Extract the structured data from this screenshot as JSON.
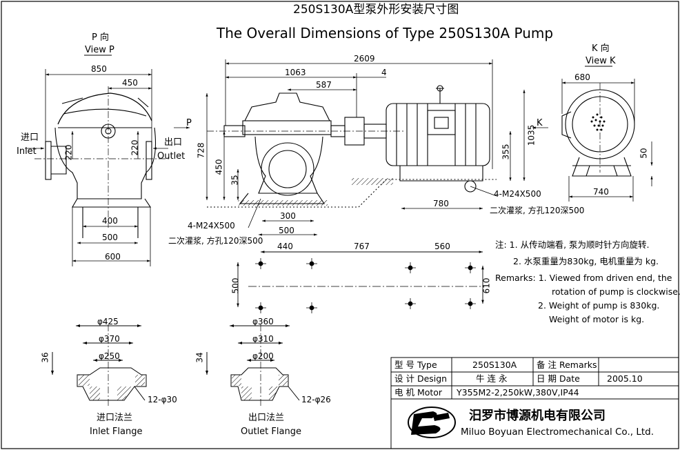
{
  "title": {
    "cn": "250S130A型泵外形安装尺寸图",
    "en": "The Overall Dimensions of Type 250S130A Pump"
  },
  "views": {
    "p_cn": "P 向",
    "p_en": "View P",
    "k_cn": "K 向",
    "k_en": "View K",
    "p_arrow": "P",
    "k_arrow": "K"
  },
  "labels": {
    "inlet_cn": "进口",
    "inlet_en": "Inlet",
    "outlet_cn": "出口",
    "outlet_en": "Outlet",
    "inlet_flange_cn": "进口法兰",
    "inlet_flange_en": "Inlet Flange",
    "outlet_flange_cn": "出口法兰",
    "outlet_flange_en": "Outlet Flange",
    "bolt_left": "4-M24X500",
    "grout_left": "二次灌浆, 方孔120深500",
    "bolt_right": "4-M24X500",
    "grout_right": "二次灌浆, 方孔120深500"
  },
  "dims": {
    "pv_850": "850",
    "pv_450": "450",
    "pv_220a": "220",
    "pv_220b": "220",
    "pv_400": "400",
    "pv_500": "500",
    "pv_600": "600",
    "fv_2609": "2609",
    "fv_1063": "1063",
    "fv_4": "4",
    "fv_587": "587",
    "fv_728": "728",
    "fv_450": "450",
    "fv_35": "35",
    "fv_1035": "1035",
    "fv_355": "355",
    "fv_300": "300",
    "fv_500": "500",
    "fv_780": "780",
    "kv_680": "680",
    "kv_740": "740",
    "kv_50": "50",
    "plan_440": "440",
    "plan_767": "767",
    "plan_560": "560",
    "plan_500": "500",
    "plan_610": "610",
    "if_425": "φ425",
    "if_370": "φ370",
    "if_250": "φ250",
    "if_36": "36",
    "if_holes": "12-φ30",
    "of_360": "φ360",
    "of_310": "φ310",
    "of_200": "φ200",
    "of_34": "34",
    "of_holes": "12-φ26"
  },
  "notes": {
    "cn_head": "注: 1. 从传动端看, 泵为顺时针方向旋转.",
    "cn_2": "2. 水泵重量为830kg, 电机重量为   kg.",
    "en_head": "Remarks: 1. Viewed from driven end, the",
    "en_1b": "rotation of pump is  clockwise.",
    "en_2": "2. Weight of pump is 830kg.",
    "en_2b": "Weight of motor is    kg."
  },
  "title_block": {
    "type_label": "型 号 Type",
    "type_value": "250S130A",
    "remarks_label": "备 注 Remarks",
    "design_label": "设 计 Design",
    "design_value": "牛 连 永",
    "date_label": "日 期 Date",
    "date_value": "2005.10",
    "motor_label": "电 机 Motor",
    "motor_value": "Y355M2-2,250kW,380V,IP44"
  },
  "company": {
    "cn": "汨罗市博源机电有限公司",
    "en": "Miluo Boyuan Electromechanical Co., Ltd."
  }
}
